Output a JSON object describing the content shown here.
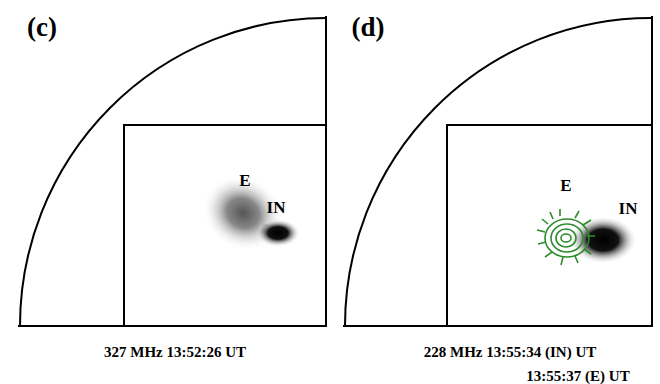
{
  "diagram": {
    "labels": [
      "(c)",
      "E",
      "IN",
      "327 MHz 13:52:26 UT",
      "(d)",
      "E",
      "IN",
      "228 MHz 13:55:34 (IN) UT",
      "13:55:37 (E) UT"
    ]
  }
}
